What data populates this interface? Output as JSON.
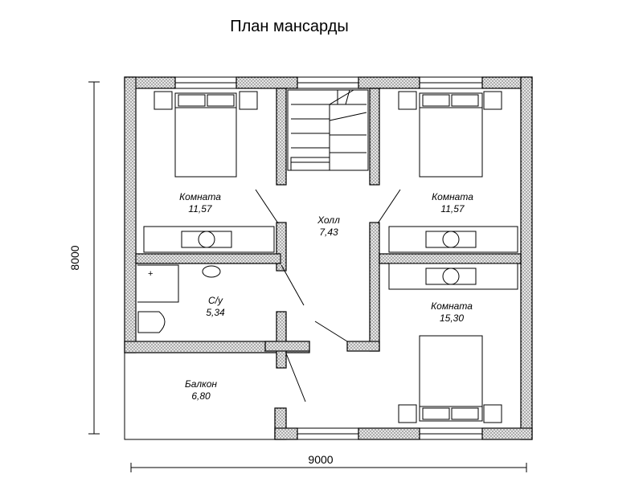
{
  "title": "План мансарды",
  "rooms": [
    {
      "id": "room-left",
      "name": "Комната",
      "area": "11,57"
    },
    {
      "id": "hall",
      "name": "Холл",
      "area": "7,43"
    },
    {
      "id": "room-right",
      "name": "Комната",
      "area": "11,57"
    },
    {
      "id": "bathroom",
      "name": "С/у",
      "area": "5,34"
    },
    {
      "id": "room-bottom-right",
      "name": "Комната",
      "area": "15,30"
    },
    {
      "id": "balcony",
      "name": "Балкон",
      "area": "6,80"
    }
  ],
  "dimensions": {
    "width": "9000",
    "height": "8000"
  }
}
